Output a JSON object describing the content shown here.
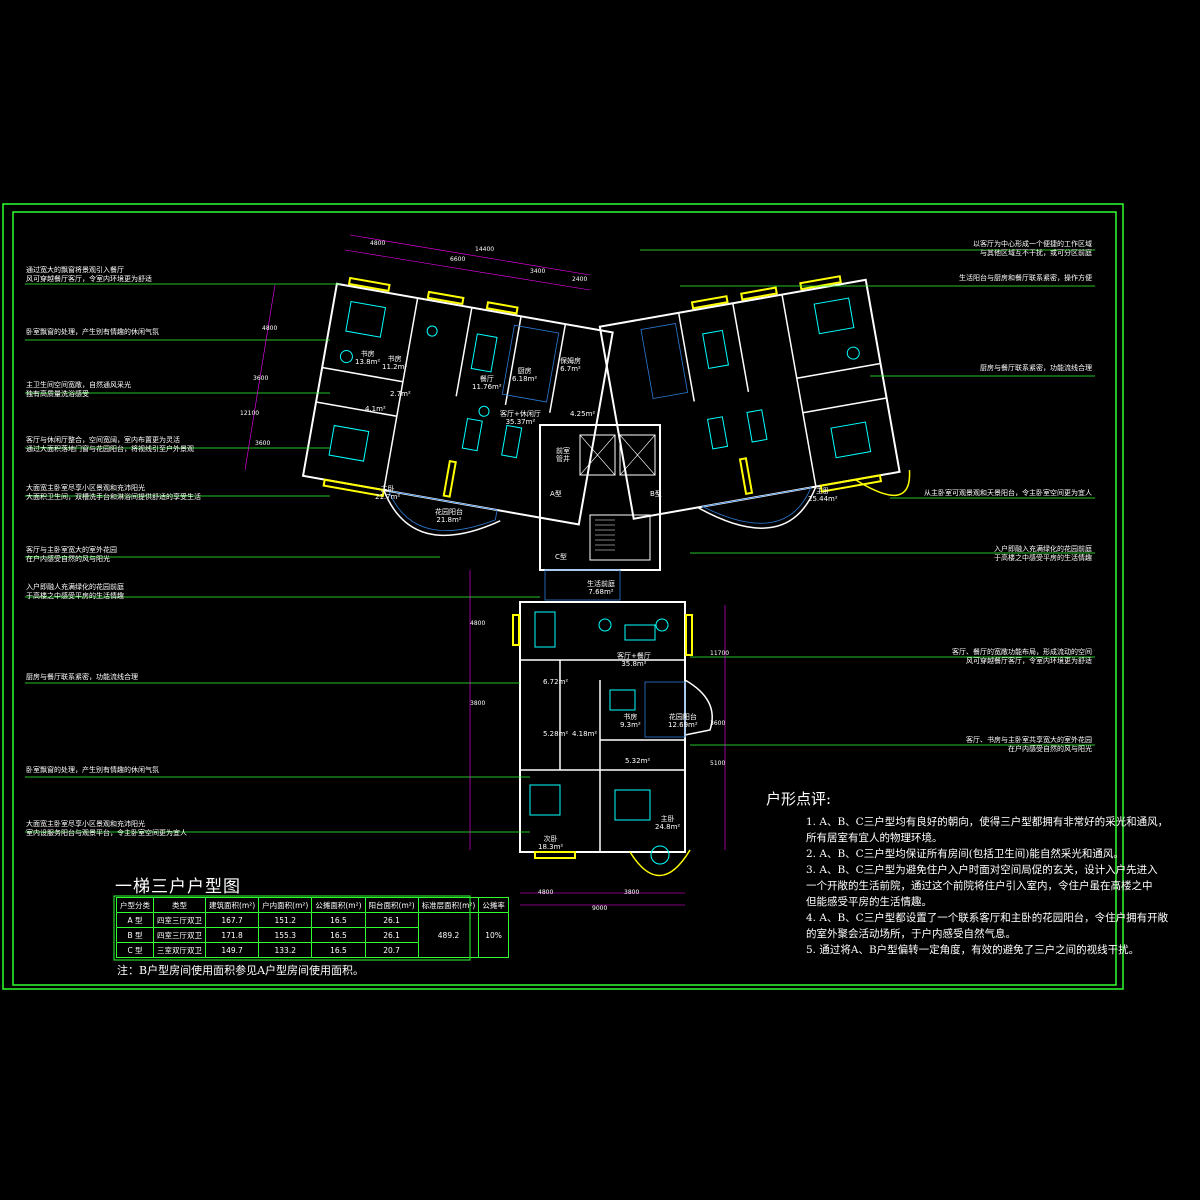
{
  "drawing": {
    "title": "一梯三户户型图",
    "note": "注：B户型房间使用面积参见A户型房间使用面积。",
    "table": {
      "headers": [
        "户型分类",
        "类型",
        "建筑面积(m²)",
        "户内面积(m²)",
        "公摊面积(m²)",
        "阳台面积(m²)",
        "标准层面积(m²)",
        "公摊率"
      ],
      "rows": [
        [
          "A 型",
          "四室三厅双卫",
          "167.7",
          "151.2",
          "16.5",
          "26.1"
        ],
        [
          "B 型",
          "四室三厅双卫",
          "171.8",
          "155.3",
          "16.5",
          "26.1"
        ],
        [
          "C 型",
          "三室双厅双卫",
          "149.7",
          "133.2",
          "16.5",
          "20.7"
        ]
      ],
      "standard_floor_area": "489.2",
      "share_rate": "10%"
    }
  },
  "comments": {
    "title": "户形点评:",
    "items": [
      "1. A、B、C三户型均有良好的朝向，使得三户型都拥有非常好的采光和通风，",
      "   所有居室有宜人的物理环境。",
      "2. A、B、C三户型均保证所有房间(包括卫生间)能自然采光和通风。",
      "3. A、B、C三户型为避免住户入户时面对空间局促的玄关，设计入户先进入",
      "   一个开敞的生活前院，通过这个前院将住户引入室内，令住户虽在高楼之中",
      "   但能感受平房的生活情趣。",
      "4. A、B、C三户型都设置了一个联系客厅和主卧的花园阳台，令住户拥有开敞",
      "   的室外聚会活动场所，于户内感受自然气息。",
      "5. 通过将A、B户型偏转一定角度，有效的避免了三户之间的视线干扰。"
    ]
  },
  "annotations_left": [
    [
      "通过宽大的飘窗将景观引入餐厅",
      "风可穿越餐厅客厅，令室内环境更为舒适"
    ],
    [
      "卧室飘窗的处理，产生别有情趣的休闲气氛"
    ],
    [
      "主卫生间空间宽敞，自然通风采光",
      "独有高质量洗浴感受"
    ],
    [
      "客厅与休闲厅整合，空间宽阔，室内布置更为灵活",
      "通过大面积落地门窗与花园阳台，将视线引至户外景观"
    ],
    [
      "大面宽主卧室尽享小区景观和充沛阳光",
      "大面积卫生间，双槽洗手台和淋浴间提供舒适的享受生活"
    ],
    [
      "客厅与主卧室宽大的室外花园",
      "在户内感受自然的风与阳光"
    ],
    [
      "入户即融人充满绿化的花园前庭",
      "于高楼之中感受平房的生活情趣"
    ],
    [
      "厨房与餐厅联系紧密，功能流线合理"
    ],
    [
      "卧室飘窗的处理，产生别有情趣的休闲气氛"
    ],
    [
      "大面宽主卧室尽享小区景观和充沛阳光",
      "室内设服务阳台与观景平台，令主卧室空间更为宜人"
    ]
  ],
  "annotations_right": [
    [
      "以客厅为中心形成一个便捷的工作区域",
      "与其他区域互不干扰，或可分区前庭"
    ],
    [
      "生活阳台与厨房和餐厅联系紧密，操作方便"
    ],
    [
      "厨房与餐厅联系紧密，功能流线合理"
    ],
    [
      "从主卧室可观景观和天景阳台，令主卧室空间更为宜人"
    ],
    [
      "入户即融入充满绿化的花园前庭",
      "于高楼之中感受平房的生活情趣"
    ],
    [
      "客厅、餐厅的宽敞功能布局，形成流动的空间",
      "风可穿越餐厅客厅，令室内环境更为舒适"
    ],
    [
      "客厅、书房与主卧室共享宽大的室外花园",
      "在户内感受自然的风与阳光"
    ]
  ],
  "rooms": [
    {
      "name": "书房",
      "area": "13.8m²"
    },
    {
      "name": "书房",
      "area": "11.2m²"
    },
    {
      "name": "餐厅",
      "area": "11.76m²"
    },
    {
      "name": "厨房",
      "area": "6.18m²"
    },
    {
      "name": "保姆房",
      "area": "6.7m²"
    },
    {
      "name": "",
      "area": "2.7m²"
    },
    {
      "name": "",
      "area": "4.1m²"
    },
    {
      "name": "客厅+休闲厅",
      "area": "35.37m²"
    },
    {
      "name": "",
      "area": "4.25m²"
    },
    {
      "name": "主卧",
      "area": "21.7m²"
    },
    {
      "name": "花园阳台",
      "area": "21.8m²"
    },
    {
      "name": "主卧",
      "area": "25.44m²"
    },
    {
      "name": "A型",
      "area": ""
    },
    {
      "name": "B型",
      "area": ""
    },
    {
      "name": "C型",
      "area": ""
    },
    {
      "name": "前室",
      "area": "管井"
    },
    {
      "name": "生活前庭",
      "area": "7.68m²"
    },
    {
      "name": "客厅+餐厅",
      "area": "35.8m²"
    },
    {
      "name": "",
      "area": "6.72m²"
    },
    {
      "name": "书房",
      "area": "9.3m²"
    },
    {
      "name": "花园阳台",
      "area": "12.69m²"
    },
    {
      "name": "",
      "area": "5.28m²"
    },
    {
      "name": "",
      "area": "4.18m²"
    },
    {
      "name": "",
      "area": "5.32m²"
    },
    {
      "name": "次卧",
      "area": "18.3m²"
    },
    {
      "name": "主卧",
      "area": "24.8m²"
    }
  ],
  "dimensions": [
    "14400",
    "4800",
    "6600",
    "3400",
    "2400",
    "4800",
    "3600",
    "12100",
    "3600",
    "4800",
    "3800",
    "9000",
    "4800",
    "3800",
    "5100",
    "3600",
    "11700"
  ],
  "colors": {
    "frame": "#2fff2f",
    "wall": "#ffffff",
    "window": "#ffff00",
    "furniture": "#00ffff",
    "dim": "#ff00ff",
    "hatch": "#2b7bd6"
  }
}
